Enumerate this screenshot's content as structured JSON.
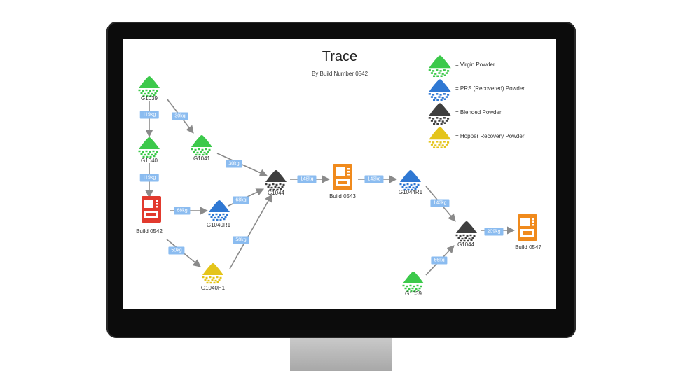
{
  "diagram": {
    "title": "Trace",
    "subtitle": "By Build Number 0542"
  },
  "colors": {
    "virgin": "#3cc94b",
    "prs": "#2f78d3",
    "blended": "#3f3f3f",
    "hopper": "#e4c41a",
    "build_red": "#e23a2e",
    "build_orange": "#f08a1c",
    "edge_label_bg": "#8bbcf0",
    "arrow": "#8a8a8a"
  },
  "legend": [
    {
      "kind": "virgin",
      "label": "= Virgin Powder"
    },
    {
      "kind": "prs",
      "label": "= PRS (Recovered) Powder"
    },
    {
      "kind": "blended",
      "label": "= Blended Powder"
    },
    {
      "kind": "hopper",
      "label": "= Hopper Recovery Powder"
    }
  ],
  "nodes": [
    {
      "id": "n1",
      "kind": "virgin",
      "label": "G1039"
    },
    {
      "id": "n2",
      "kind": "virgin",
      "label": "G1040"
    },
    {
      "id": "n3",
      "kind": "virgin",
      "label": "G1041"
    },
    {
      "id": "n4",
      "kind": "build_red",
      "label": "Build 0542"
    },
    {
      "id": "n5",
      "kind": "prs",
      "label": "G1040R1"
    },
    {
      "id": "n6",
      "kind": "hopper",
      "label": "G1040H1"
    },
    {
      "id": "n7",
      "kind": "blended",
      "label": "G1044"
    },
    {
      "id": "n8",
      "kind": "build_orange",
      "label": "Build 0543"
    },
    {
      "id": "n9",
      "kind": "prs",
      "label": "G1044R1"
    },
    {
      "id": "n10",
      "kind": "blended",
      "label": "G1044"
    },
    {
      "id": "n11",
      "kind": "virgin",
      "label": "G1039"
    },
    {
      "id": "n12",
      "kind": "build_orange",
      "label": "Build 0547"
    }
  ],
  "edges": [
    {
      "from": "n1",
      "to": "n2",
      "label": "119kg"
    },
    {
      "from": "n1",
      "to": "n3",
      "label": "30kg"
    },
    {
      "from": "n2",
      "to": "n4",
      "label": "119kg"
    },
    {
      "from": "n3",
      "to": "n7",
      "label": "30kg"
    },
    {
      "from": "n4",
      "to": "n5",
      "label": "68kg"
    },
    {
      "from": "n5",
      "to": "n7",
      "label": "68kg"
    },
    {
      "from": "n4",
      "to": "n6",
      "label": "50kg"
    },
    {
      "from": "n6",
      "to": "n7",
      "label": "50kg"
    },
    {
      "from": "n7",
      "to": "n8",
      "label": "148kg"
    },
    {
      "from": "n8",
      "to": "n9",
      "label": "143kg"
    },
    {
      "from": "n9",
      "to": "n10",
      "label": "143kg"
    },
    {
      "from": "n11",
      "to": "n10",
      "label": "66kg"
    },
    {
      "from": "n10",
      "to": "n12",
      "label": "209kg"
    }
  ]
}
